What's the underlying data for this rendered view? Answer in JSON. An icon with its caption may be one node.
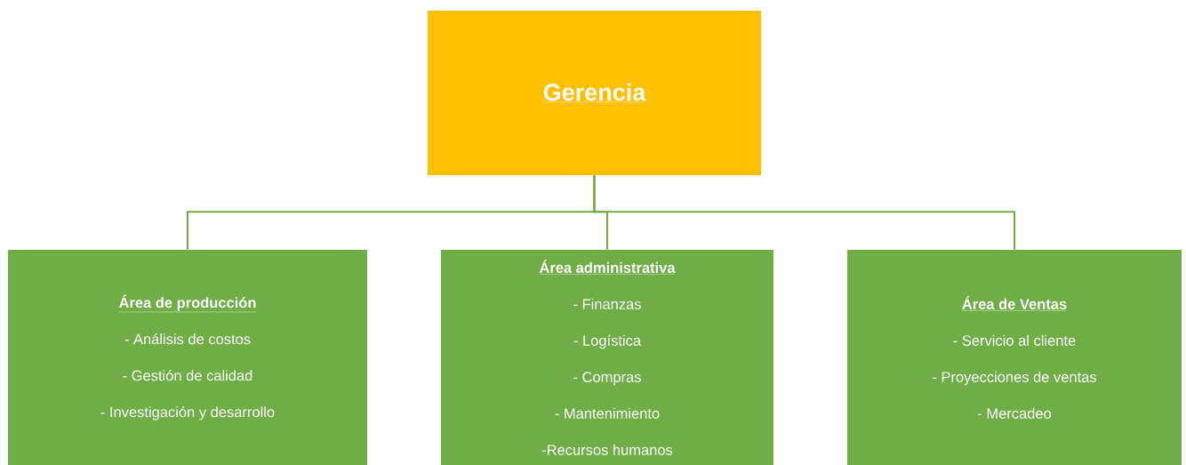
{
  "diagram": {
    "nodes": [
      {
        "text": [
          "Gerencia"
        ]
      },
      {
        "text": [
          "Área de producción",
          "- Análisis de costos",
          "- Gestión de calidad",
          "- Investigación y desarrollo"
        ]
      },
      {
        "text": [
          "Área administrativa",
          "- Finanzas",
          "- Logística",
          "- Compras",
          "- Mantenimiento",
          "-Recursos humanos"
        ]
      },
      {
        "text": [
          "Área de Ventas",
          "- Servicio al cliente",
          "- Proyecciones de ventas",
          "- Mercadeo"
        ]
      }
    ],
    "edges": [
      {
        "from": 0,
        "to": 1,
        "arrow": "none"
      },
      {
        "from": 0,
        "to": 2,
        "arrow": "none"
      },
      {
        "from": 0,
        "to": 3,
        "arrow": "none"
      }
    ]
  }
}
